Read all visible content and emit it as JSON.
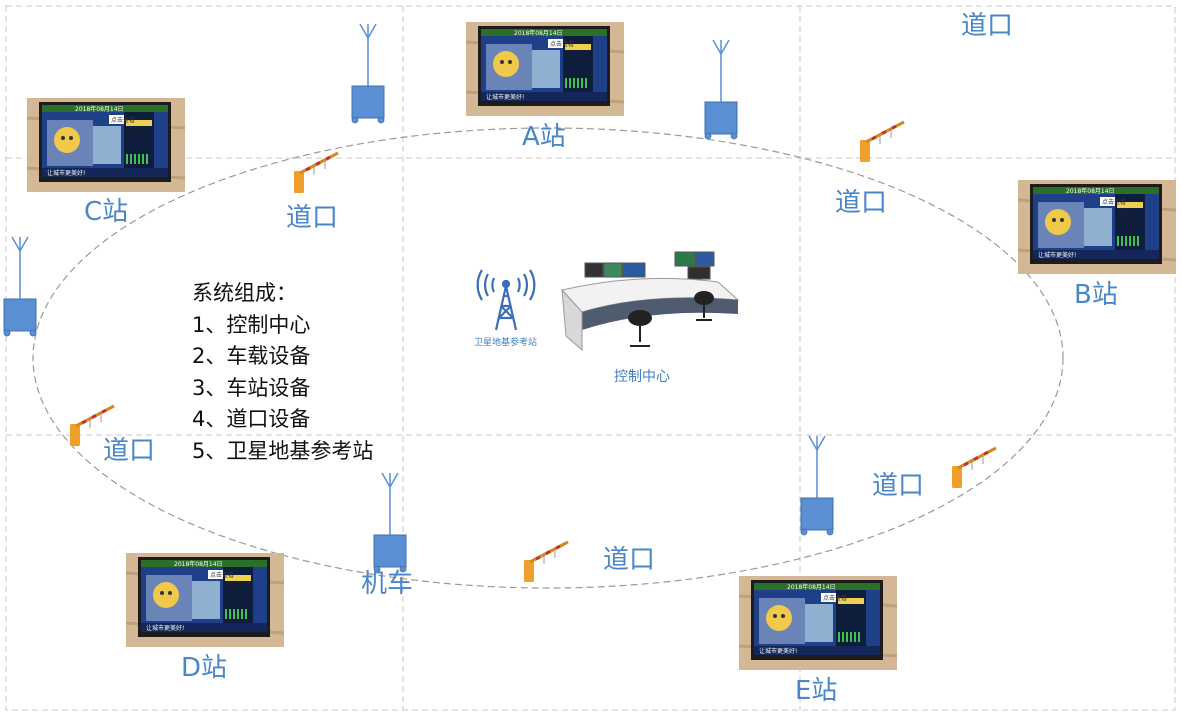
{
  "labels": {
    "station_a": "A站",
    "station_b": "B站",
    "station_c": "C站",
    "station_d": "D站",
    "station_e": "E站",
    "crossing": "道口",
    "locomotive": "机车",
    "control_center": "控制中心",
    "satellite_station": "卫星地基参考站"
  },
  "composition": {
    "title": "系统组成：",
    "items": [
      "1、控制中心",
      "2、车载设备",
      "3、车站设备",
      "4、道口设备",
      "5、卫星地基参考站"
    ]
  },
  "monitor_screen": {
    "date": "2018年08月14日",
    "notice": "点击查看",
    "station_name": "西王站",
    "footer": "让城市更美好!"
  },
  "colors": {
    "label_blue": "#4a87c8",
    "device_blue": "#5b8fd4",
    "barrier_orange": "#f0a02a",
    "dashed_line": "#b4b4b4"
  },
  "icons": {
    "antenna_device": "radio-unit-icon",
    "crossing_barrier": "barrier-gate-icon",
    "station_display": "monitor-icon",
    "satellite_tower": "radio-tower-icon",
    "control_desk": "control-console-icon"
  }
}
